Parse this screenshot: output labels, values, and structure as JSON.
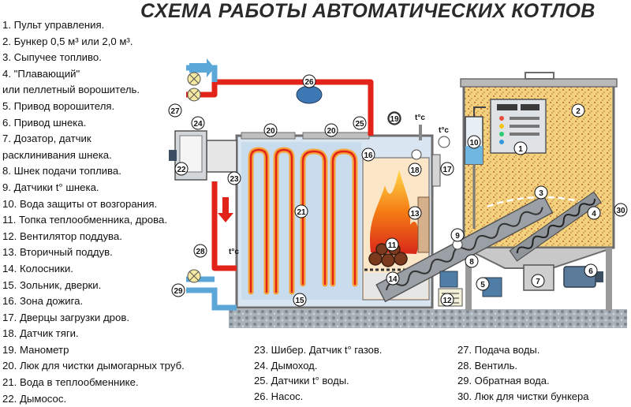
{
  "title": "СХЕМА РАБОТЫ АВТОМАТИЧЕСКИХ КОТЛОВ",
  "legend_left": [
    "1. Пульт управления.",
    "2. Бункер 0,5 м³ или 2,0 м³.",
    "3. Сыпучее топливо.",
    "4. \"Плавающий\"",
    "    или пеллетный ворошитель.",
    "5. Привод ворошителя.",
    "6. Привод шнека.",
    "7. Дозатор, датчик",
    "    расклинивания шнека.",
    "8. Шнек подачи топлива.",
    "9.  Датчики t° шнека.",
    "10. Вода защиты от возгорания.",
    "11. Топка теплообменника, дрова.",
    "12. Вентилятор поддува.",
    "13. Вторичный поддув.",
    "14. Колосники.",
    "15. Зольник, дверки.",
    "16. Зона дожига.",
    "17. Дверцы загрузки дров.",
    "18. Датчик тяги.",
    "19. Манометр",
    "20. Люк для чистки дымогарных труб.",
    "21. Вода в теплообменнике.",
    "22. Дымосос."
  ],
  "legend_mid": [
    "23. Шибер. Датчик t° газов.",
    "24. Дымоход.",
    "25. Датчики t° воды.",
    "26. Насос."
  ],
  "legend_right": [
    "27. Подача воды.",
    "28. Вентиль.",
    "29. Обратная вода.",
    "30. Люк для чистки бункера"
  ],
  "labels": {
    "n1": "1",
    "n2": "2",
    "n3": "3",
    "n4": "4",
    "n5": "5",
    "n6": "6",
    "n7": "7",
    "n8": "8",
    "n9": "9",
    "n10": "10",
    "n11": "11",
    "n12": "12",
    "n13": "13",
    "n14": "14",
    "n15": "15",
    "n16": "16",
    "n17": "17",
    "n18": "18",
    "n19": "19",
    "n20a": "20",
    "n20b": "20",
    "n21": "21",
    "n22": "22",
    "n23": "23",
    "n24": "24",
    "n25": "25",
    "n26": "26",
    "n27": "27",
    "n28": "28",
    "n29": "29",
    "n30": "30",
    "tc1": "t°c",
    "tc2": "t°c",
    "tc3": "t°c"
  },
  "colors": {
    "hot_pipe": "#e2231a",
    "cold_pipe": "#5aa7d8",
    "water": "#d9e6f2",
    "fuel": "#f2d27c",
    "fire": "#f57c14",
    "ground": "#9aa3ad"
  }
}
